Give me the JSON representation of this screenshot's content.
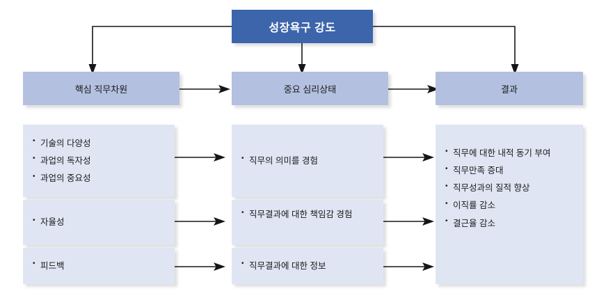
{
  "diagram": {
    "title": "성장욕구 강도",
    "type": "flow-diagram",
    "colors": {
      "header_fill": "#3c65ac",
      "header_text": "#ffffff",
      "column_head_fill": "#b3c0e0",
      "content_fill": "#dfe5f3",
      "text": "#1b1b1b",
      "connector": "#161616",
      "background": "#ffffff"
    },
    "moderator": {
      "label": "성장욕구 강도"
    },
    "columns": [
      {
        "id": "core-job-dimensions",
        "label": "핵심 직무차원"
      },
      {
        "id": "critical-psychological-states",
        "label": "중요 심리상태"
      },
      {
        "id": "outcomes",
        "label": "결과"
      }
    ],
    "column1_groups": [
      {
        "id": "group-skill",
        "items": [
          "기술의 다양성",
          "과업의 독자성",
          "과업의 중요성"
        ]
      },
      {
        "id": "group-autonomy",
        "items": [
          "자율성"
        ]
      },
      {
        "id": "group-feedback",
        "items": [
          "피드백"
        ]
      }
    ],
    "column2_groups": [
      {
        "id": "state-meaningfulness",
        "items": [
          "직무의 의미를 경험"
        ]
      },
      {
        "id": "state-responsibility",
        "items": [
          "직무결과에 대한 책임감 경험"
        ]
      },
      {
        "id": "state-knowledge",
        "items": [
          "직무결과에 대한 정보"
        ]
      }
    ],
    "column3_groups": [
      {
        "id": "outcomes-list",
        "items": [
          "직무에 대한 내적 동기 부여",
          "직무만족 증대",
          "직무성과의 질적 향상",
          "이직률 감소",
          "결근율 감소"
        ]
      }
    ]
  }
}
